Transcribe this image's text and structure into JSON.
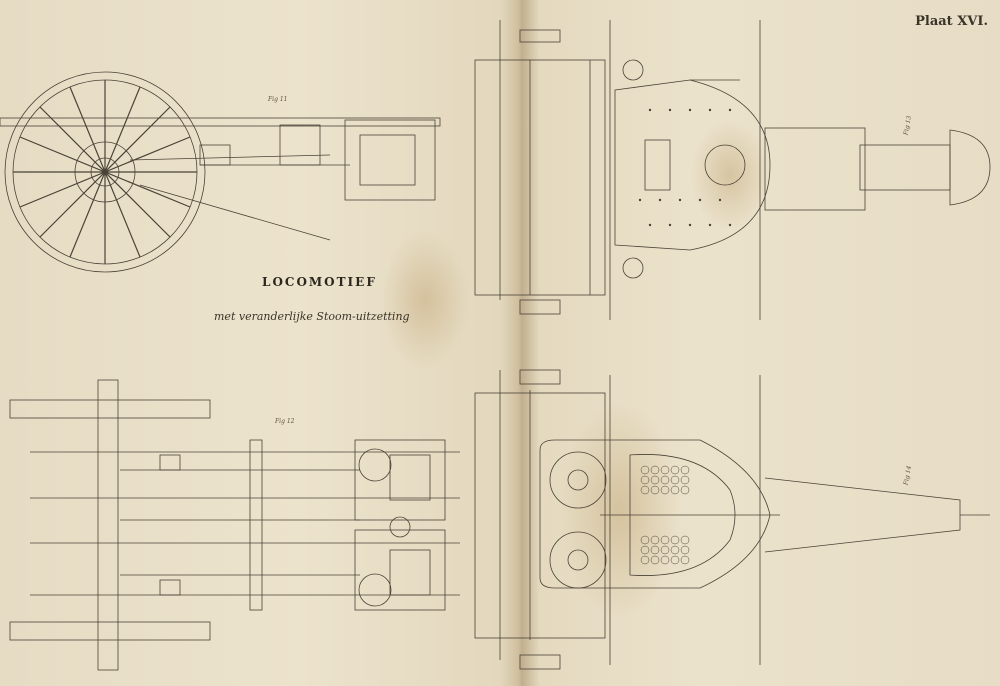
{
  "plate_label": "Plaat XVI.",
  "title": "LOCOMOTIEF",
  "subtitle": "met veranderlijke Stoom-uitzetting",
  "figures": {
    "fig_side": "Fig 11",
    "fig_plan": "Fig 12",
    "fig_front": "Fig 13",
    "fig_section": "Fig 14"
  }
}
